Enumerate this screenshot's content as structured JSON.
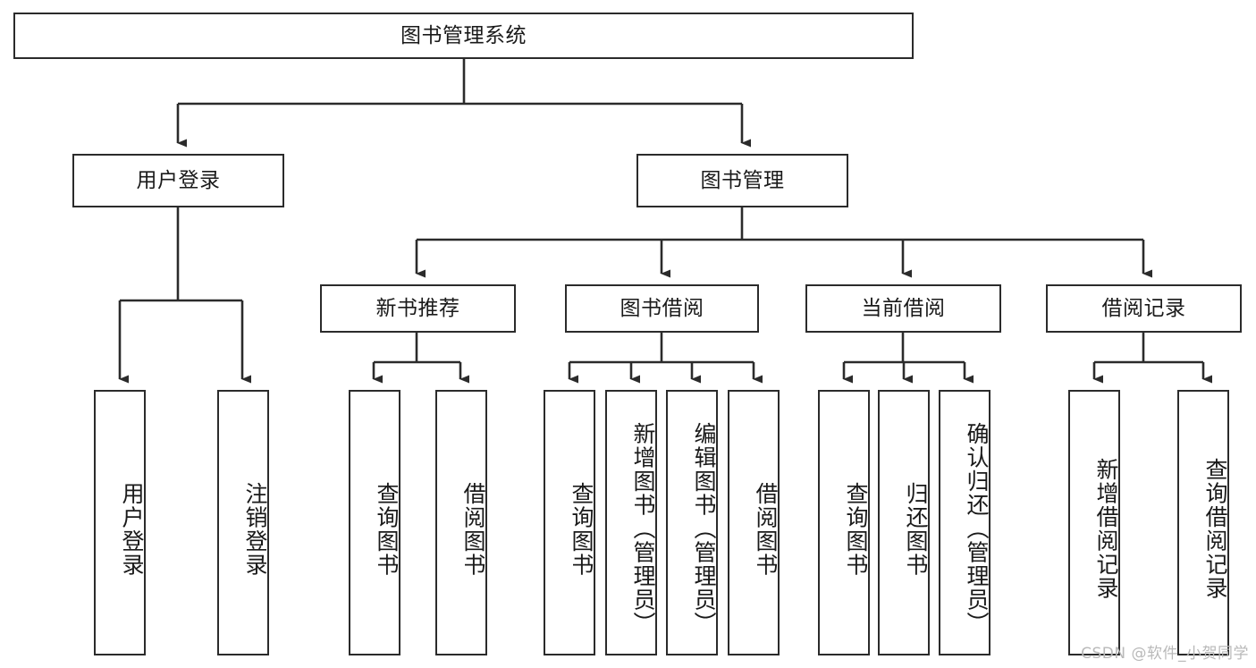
{
  "diagram": {
    "title": "图书管理系统",
    "type": "tree-hierarchy",
    "watermark": "CSDN @软件_小贺同学",
    "colors": {
      "background": "#ffffff",
      "node_fill": "#ffffff",
      "node_border": "#2b2b2b",
      "edge": "#2b2b2b",
      "text": "#1a1a1a",
      "watermark": "#b9b9b9"
    },
    "root": {
      "label": "图书管理系统"
    },
    "level2": [
      {
        "label": "用户登录"
      },
      {
        "label": "图书管理"
      }
    ],
    "level3": [
      {
        "label": "新书推荐"
      },
      {
        "label": "图书借阅"
      },
      {
        "label": "当前借阅"
      },
      {
        "label": "借阅记录"
      }
    ],
    "leaves": {
      "user_login": [
        {
          "label": "用户登录"
        },
        {
          "label": "注销登录"
        }
      ],
      "new_book_recommend": [
        {
          "label": "查询图书"
        },
        {
          "label": "借阅图书"
        }
      ],
      "book_borrow": [
        {
          "label": "查询图书"
        },
        {
          "label": "新增图书（管理员）"
        },
        {
          "label": "编辑图书（管理员）"
        },
        {
          "label": "借阅图书"
        }
      ],
      "current_borrow": [
        {
          "label": "查询图书"
        },
        {
          "label": "归还图书"
        },
        {
          "label": "确认归还（管理员）"
        }
      ],
      "borrow_record": [
        {
          "label": "新增借阅记录"
        },
        {
          "label": "查询借阅记录"
        }
      ]
    }
  }
}
